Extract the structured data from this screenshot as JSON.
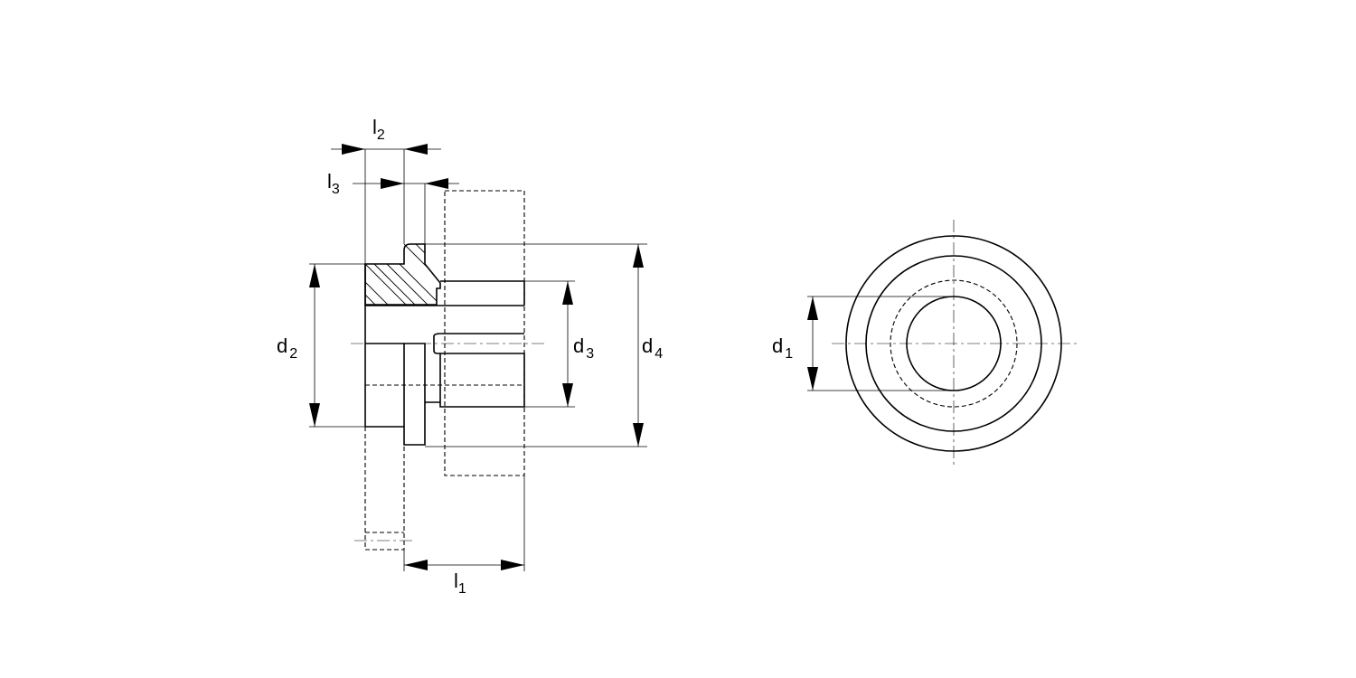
{
  "labels": {
    "l2": {
      "main": "l",
      "sub": "2"
    },
    "l3": {
      "main": "l",
      "sub": "3"
    },
    "l1": {
      "main": "l",
      "sub": "1"
    },
    "d2": {
      "main": "d",
      "sub": "2"
    },
    "d3": {
      "main": "d",
      "sub": "3"
    },
    "d4": {
      "main": "d",
      "sub": "4"
    },
    "d1": {
      "main": "d",
      "sub": "1"
    }
  }
}
